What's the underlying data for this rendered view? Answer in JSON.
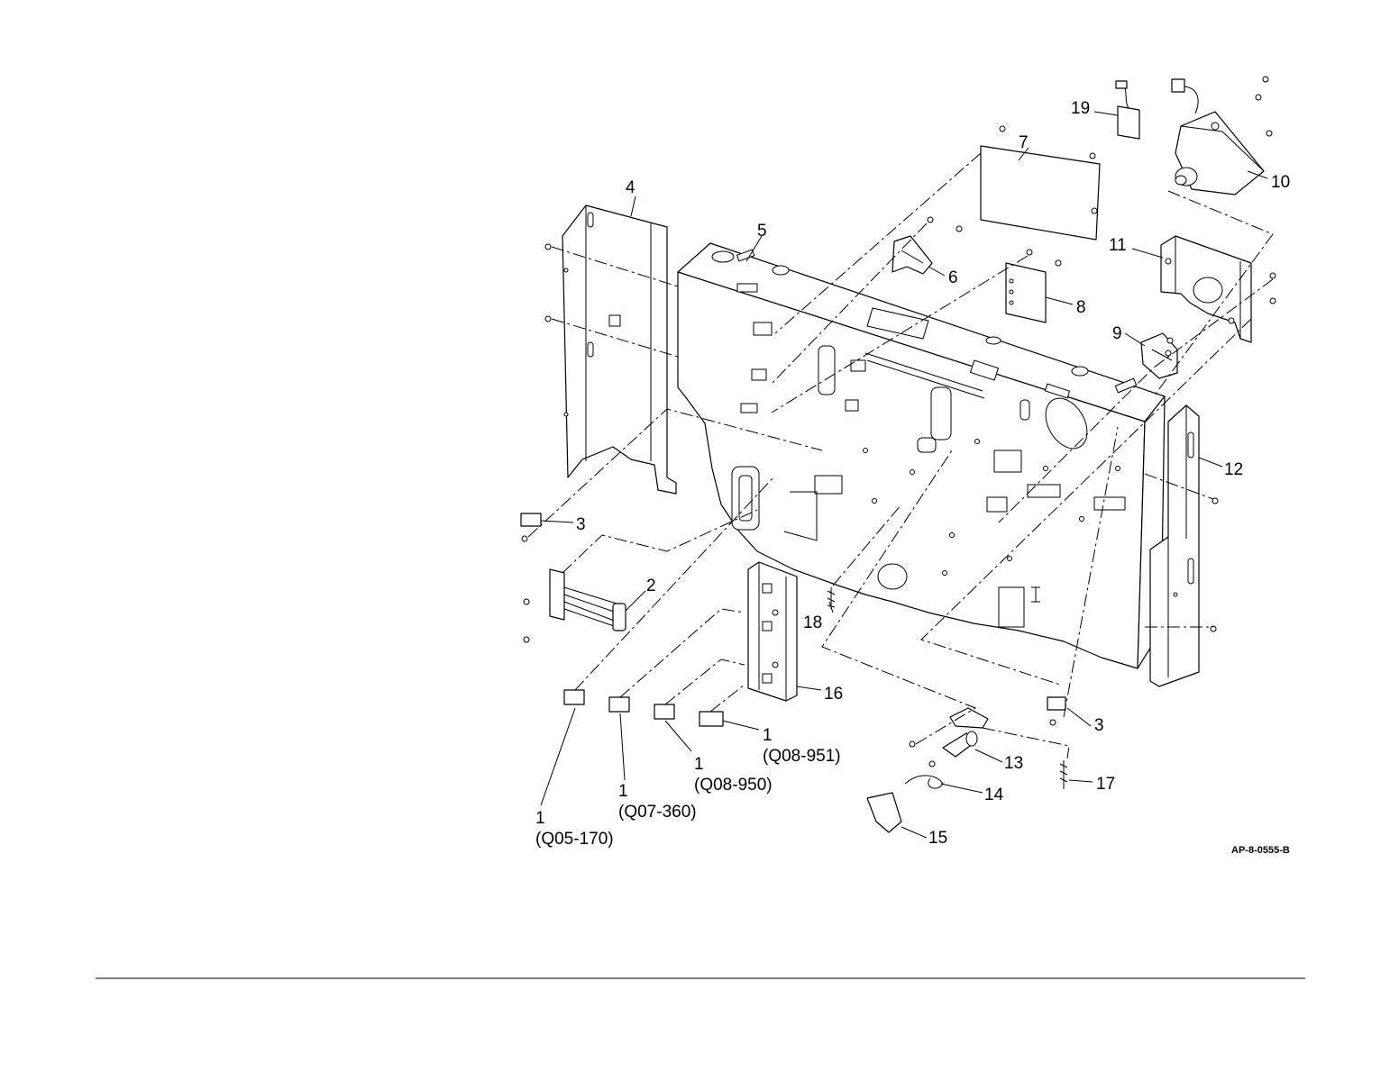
{
  "figure": {
    "id": "AP-8-0555-B",
    "callouts": [
      {
        "key": "c1",
        "label": "1"
      },
      {
        "key": "c1b",
        "label": "1"
      },
      {
        "key": "c1c",
        "label": "1"
      },
      {
        "key": "c1d",
        "label": "1"
      },
      {
        "key": "c2",
        "label": "2"
      },
      {
        "key": "c3a",
        "label": "3"
      },
      {
        "key": "c3b",
        "label": "3"
      },
      {
        "key": "c4",
        "label": "4"
      },
      {
        "key": "c5",
        "label": "5"
      },
      {
        "key": "c6",
        "label": "6"
      },
      {
        "key": "c7",
        "label": "7"
      },
      {
        "key": "c8",
        "label": "8"
      },
      {
        "key": "c9",
        "label": "9"
      },
      {
        "key": "c10",
        "label": "10"
      },
      {
        "key": "c11",
        "label": "11"
      },
      {
        "key": "c12",
        "label": "12"
      },
      {
        "key": "c13",
        "label": "13"
      },
      {
        "key": "c14",
        "label": "14"
      },
      {
        "key": "c15",
        "label": "15"
      },
      {
        "key": "c16",
        "label": "16"
      },
      {
        "key": "c17",
        "label": "17"
      },
      {
        "key": "c18",
        "label": "18"
      },
      {
        "key": "c19",
        "label": "19"
      }
    ],
    "sensor_codes": {
      "q05": "(Q05-170)",
      "q07": "(Q07-360)",
      "q08a": "(Q08-950)",
      "q08b": "(Q08-951)"
    }
  }
}
